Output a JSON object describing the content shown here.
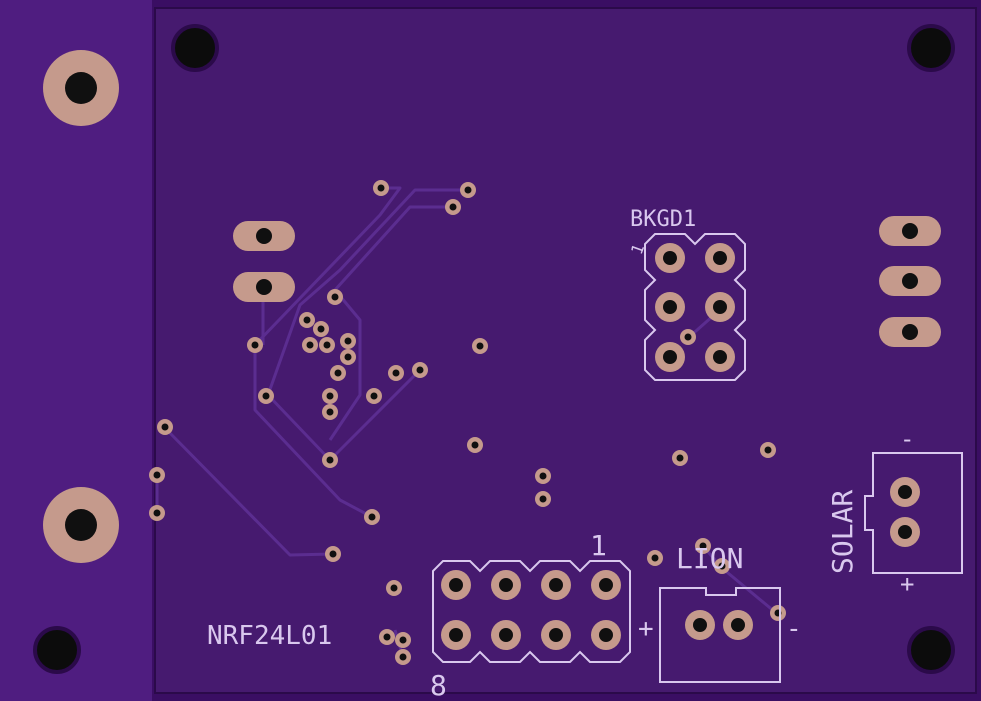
{
  "colors": {
    "board_outer": "#3a0e63",
    "board_inner": "#461a6f",
    "edge_strip": "#4f1d80",
    "board_edge": "#2b0a4a",
    "pad_copper": "#c59a8c",
    "pad_hole": "#101010",
    "trace": "#5b2d90",
    "silkscreen": "#d9c8ee",
    "mount_hole": "#0c0c0c"
  },
  "labels": {
    "bkgd1": "BKGD1",
    "bkgd1_pin1": "1",
    "nrf24l01": "NRF24L01",
    "nrf_pin1": "1",
    "nrf_pin8": "8",
    "lion": "LION",
    "lion_plus": "+",
    "lion_minus": "-",
    "solar": "SOLAR",
    "solar_minus": "-",
    "solar_plus": "+"
  },
  "icons": {
    "mounting_hole": "drill-hole-icon",
    "via": "via-icon",
    "pad": "copper-pad-icon"
  }
}
